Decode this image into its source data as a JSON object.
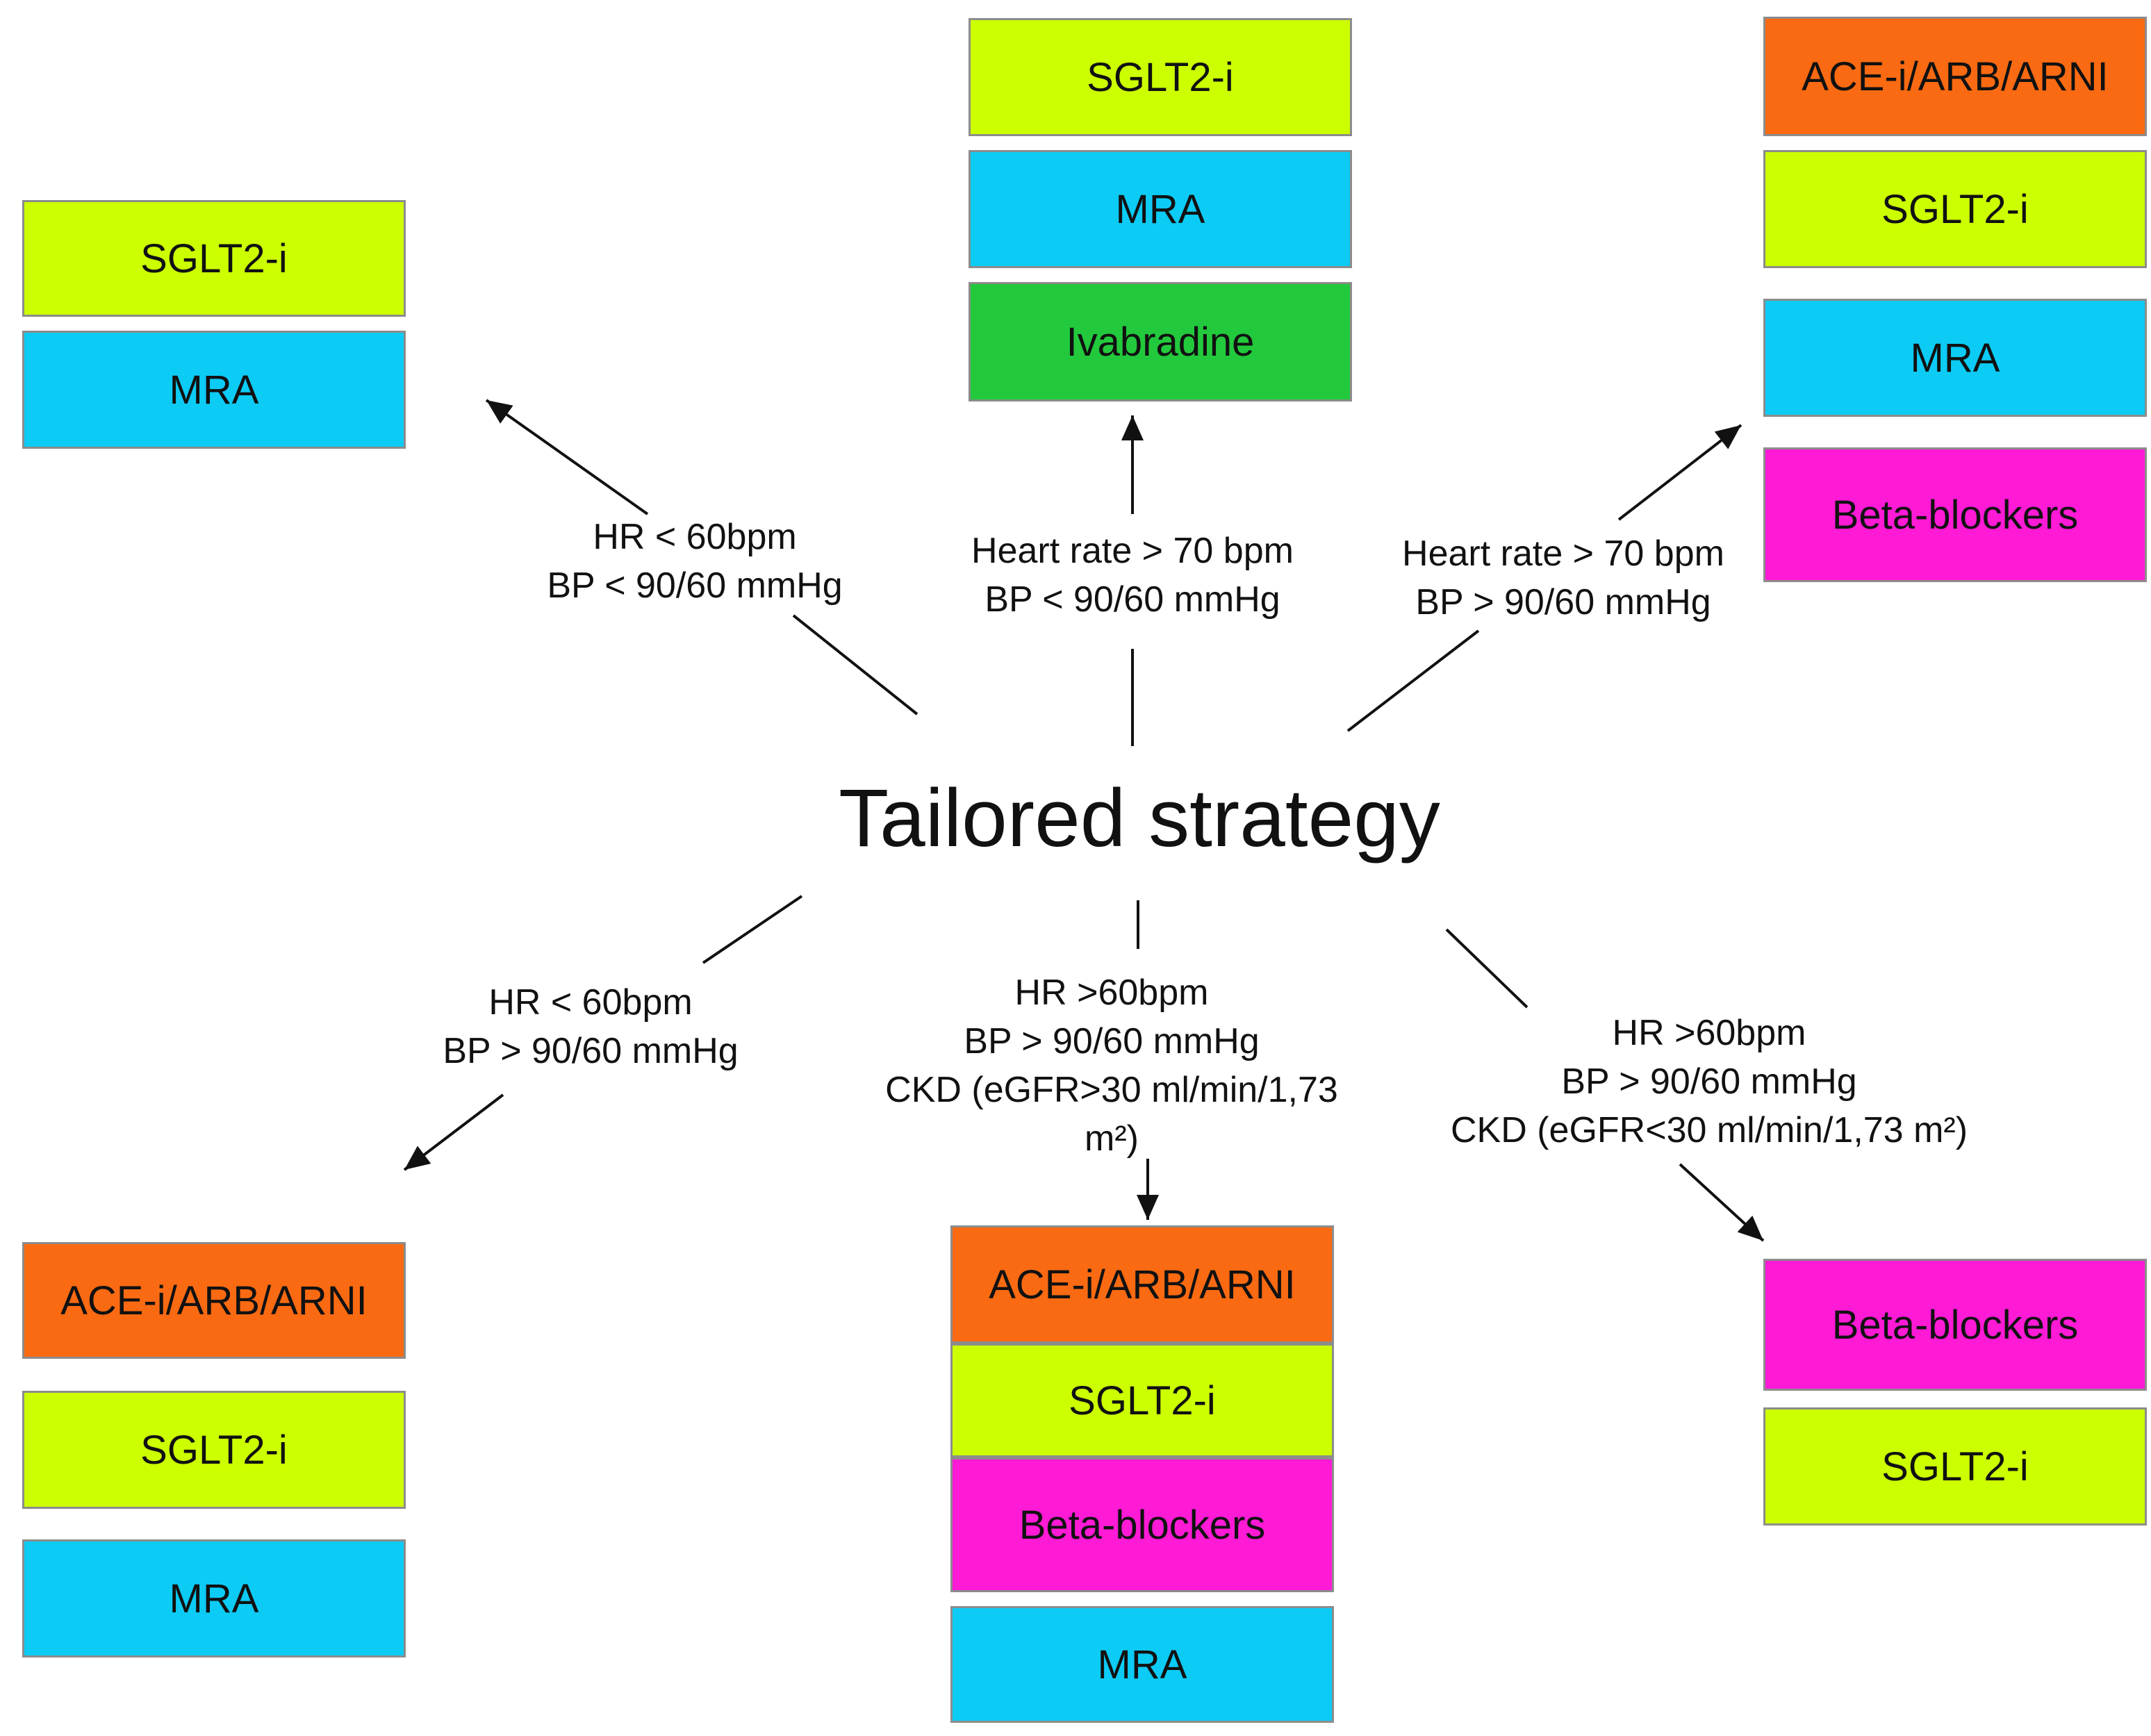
{
  "title": "Tailored strategy",
  "colors": {
    "ace": "#fa6a12",
    "sglt2": "#ccff00",
    "mra": "#0ccbf5",
    "ivabradine": "#22c93c",
    "beta": "#ff1ad6"
  },
  "branches": {
    "top_left": {
      "condition": [
        "HR < 60bpm",
        "BP < 90/60 mmHg"
      ],
      "drugs": [
        "SGLT2-i",
        "MRA"
      ]
    },
    "top_center": {
      "condition": [
        "Heart rate > 70 bpm",
        "BP < 90/60 mmHg"
      ],
      "drugs": [
        "SGLT2-i",
        "MRA",
        "Ivabradine"
      ]
    },
    "top_right": {
      "condition": [
        "Heart rate > 70 bpm",
        "BP > 90/60 mmHg"
      ],
      "drugs": [
        "ACE-i/ARB/ARNI",
        "SGLT2-i",
        "MRA",
        "Beta-blockers"
      ]
    },
    "bottom_left": {
      "condition": [
        "HR < 60bpm",
        "BP > 90/60 mmHg"
      ],
      "drugs": [
        "ACE-i/ARB/ARNI",
        "SGLT2-i",
        "MRA"
      ]
    },
    "bottom_center": {
      "condition": [
        "HR >60bpm",
        "BP > 90/60 mmHg",
        "CKD (eGFR>30 ml/min/1,73",
        "m²)"
      ],
      "drugs": [
        "ACE-i/ARB/ARNI",
        "SGLT2-i",
        "Beta-blockers",
        "MRA"
      ]
    },
    "bottom_right": {
      "condition": [
        "HR >60bpm",
        "BP > 90/60 mmHg",
        "CKD (eGFR<30 ml/min/1,73 m²)"
      ],
      "drugs": [
        "Beta-blockers",
        "SGLT2-i"
      ]
    }
  }
}
